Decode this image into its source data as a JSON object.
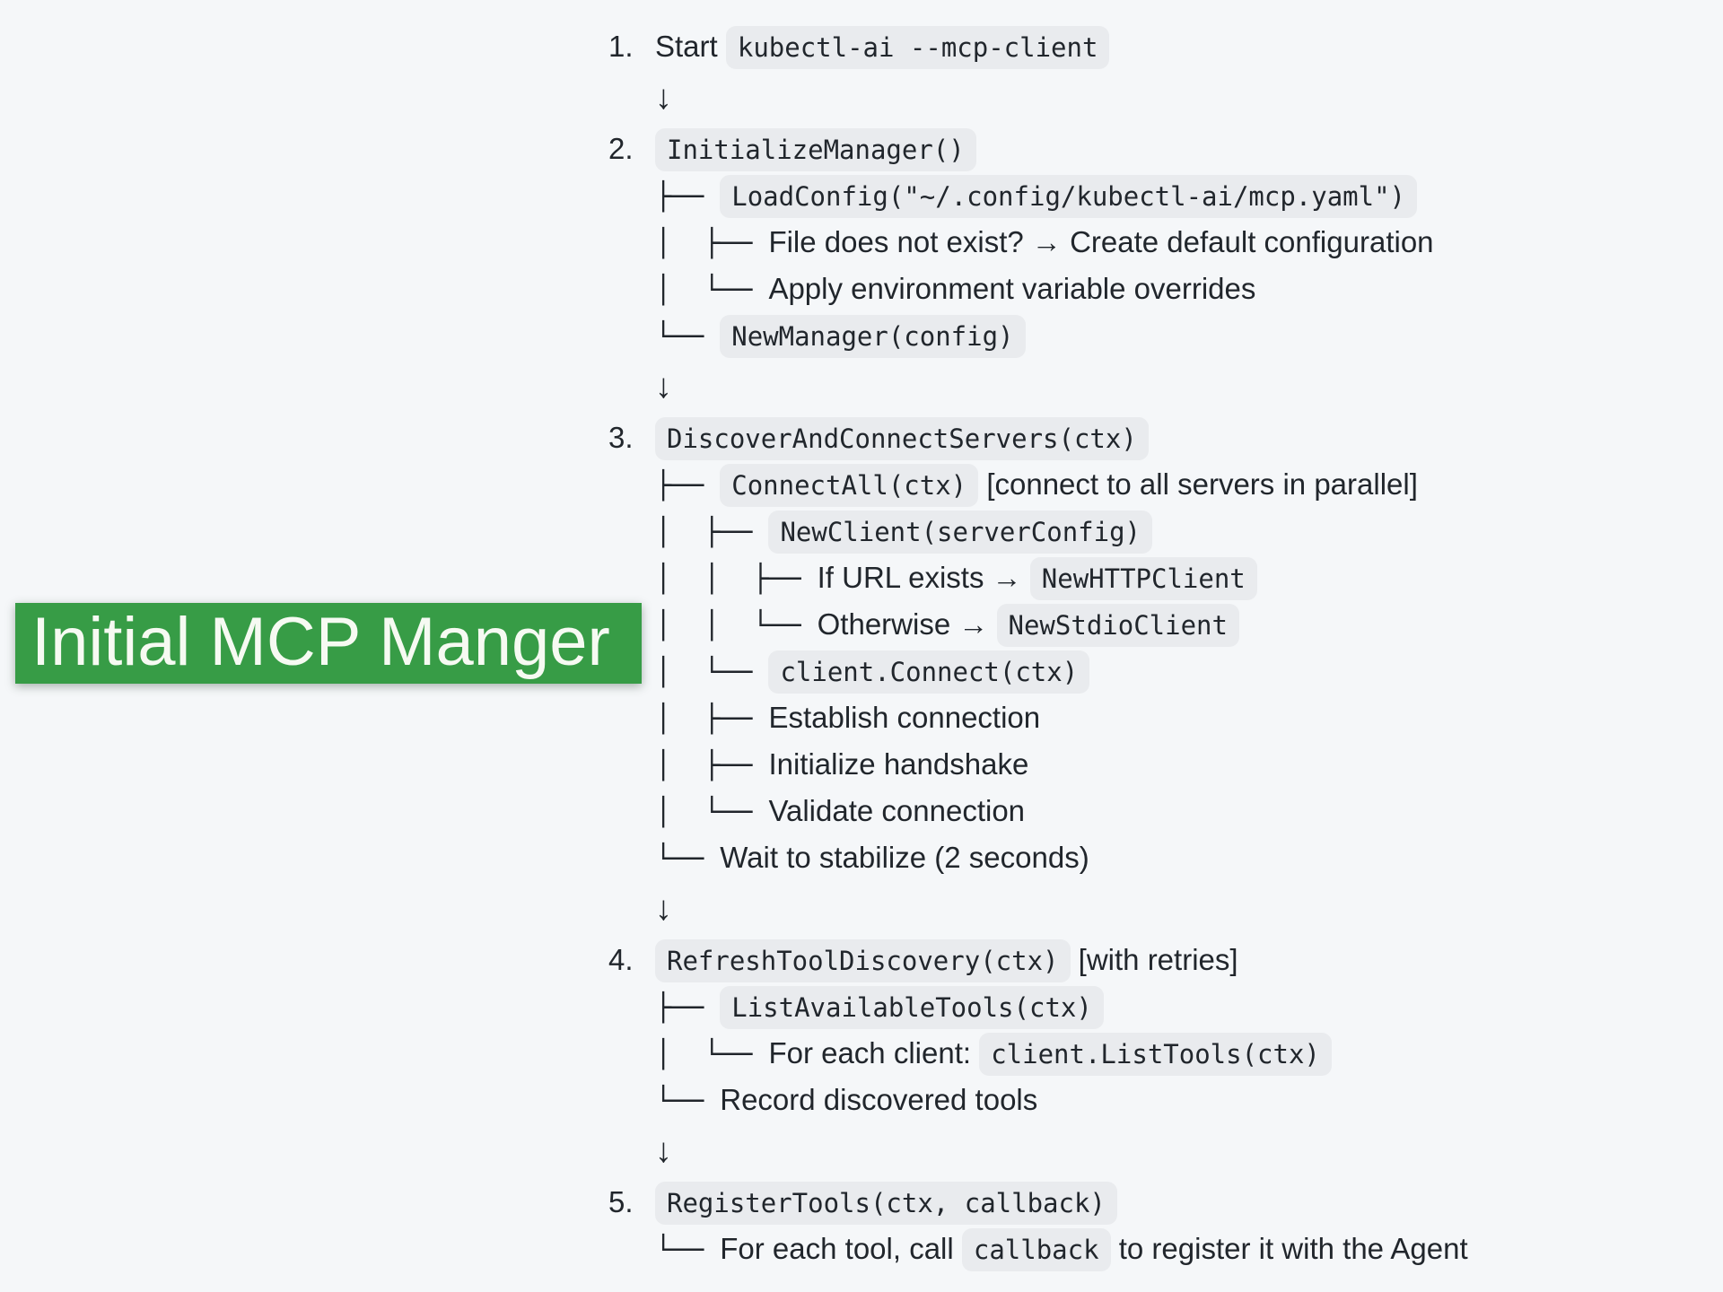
{
  "colors": {
    "page_bg": "#f5f7f9",
    "text": "#21262c",
    "code_chip_bg": "#e9ebee",
    "highlight_bg": "#379c46",
    "highlight_text": "#f6faf2"
  },
  "highlight": {
    "text": "Initial MCP Manger"
  },
  "flow": {
    "arrow_char": "↓",
    "rows": [
      {
        "kind": "step",
        "num": "1.",
        "segments": [
          {
            "type": "text",
            "value": "Start "
          },
          {
            "type": "code",
            "value": "kubectl-ai --mcp-client"
          }
        ]
      },
      {
        "kind": "arrow"
      },
      {
        "kind": "step",
        "num": "2.",
        "segments": [
          {
            "type": "code",
            "value": "InitializeManager()"
          }
        ]
      },
      {
        "kind": "branch",
        "prefix": "├── ",
        "segments": [
          {
            "type": "code",
            "value": "LoadConfig(\"~/.config/kubectl-ai/mcp.yaml\")"
          }
        ]
      },
      {
        "kind": "branch",
        "prefix": "│  ├── ",
        "segments": [
          {
            "type": "text",
            "value": "File does not exist? → Create default configuration"
          }
        ]
      },
      {
        "kind": "branch",
        "prefix": "│  └── ",
        "segments": [
          {
            "type": "text",
            "value": "Apply environment variable overrides"
          }
        ]
      },
      {
        "kind": "branch",
        "prefix": "└── ",
        "segments": [
          {
            "type": "code",
            "value": "NewManager(config)"
          }
        ]
      },
      {
        "kind": "arrow"
      },
      {
        "kind": "step",
        "num": "3.",
        "segments": [
          {
            "type": "code",
            "value": "DiscoverAndConnectServers(ctx)"
          }
        ]
      },
      {
        "kind": "branch",
        "prefix": "├── ",
        "segments": [
          {
            "type": "code",
            "value": "ConnectAll(ctx)"
          },
          {
            "type": "text",
            "value": " [connect to all servers in parallel]"
          }
        ]
      },
      {
        "kind": "branch",
        "prefix": "│  ├── ",
        "segments": [
          {
            "type": "code",
            "value": "NewClient(serverConfig)"
          }
        ]
      },
      {
        "kind": "branch",
        "prefix": "│  │  ├── ",
        "segments": [
          {
            "type": "text",
            "value": "If URL exists → "
          },
          {
            "type": "code",
            "value": "NewHTTPClient"
          }
        ]
      },
      {
        "kind": "branch",
        "prefix": "│  │  └── ",
        "segments": [
          {
            "type": "text",
            "value": "Otherwise → "
          },
          {
            "type": "code",
            "value": "NewStdioClient"
          }
        ]
      },
      {
        "kind": "branch",
        "prefix": "│  └── ",
        "segments": [
          {
            "type": "code",
            "value": "client.Connect(ctx)"
          }
        ]
      },
      {
        "kind": "branch",
        "prefix": "│  ├── ",
        "segments": [
          {
            "type": "text",
            "value": "Establish connection"
          }
        ]
      },
      {
        "kind": "branch",
        "prefix": "│  ├── ",
        "segments": [
          {
            "type": "text",
            "value": "Initialize handshake"
          }
        ]
      },
      {
        "kind": "branch",
        "prefix": "│  └── ",
        "segments": [
          {
            "type": "text",
            "value": "Validate connection"
          }
        ]
      },
      {
        "kind": "branch",
        "prefix": "└── ",
        "segments": [
          {
            "type": "text",
            "value": "Wait to stabilize (2 seconds)"
          }
        ]
      },
      {
        "kind": "arrow"
      },
      {
        "kind": "step",
        "num": "4.",
        "segments": [
          {
            "type": "code",
            "value": "RefreshToolDiscovery(ctx)"
          },
          {
            "type": "text",
            "value": " [with retries]"
          }
        ]
      },
      {
        "kind": "branch",
        "prefix": "├── ",
        "segments": [
          {
            "type": "code",
            "value": "ListAvailableTools(ctx)"
          }
        ]
      },
      {
        "kind": "branch",
        "prefix": "│  └── ",
        "segments": [
          {
            "type": "text",
            "value": "For each client: "
          },
          {
            "type": "code",
            "value": "client.ListTools(ctx)"
          }
        ]
      },
      {
        "kind": "branch",
        "prefix": "└── ",
        "segments": [
          {
            "type": "text",
            "value": "Record discovered tools"
          }
        ]
      },
      {
        "kind": "arrow"
      },
      {
        "kind": "step",
        "num": "5.",
        "segments": [
          {
            "type": "code",
            "value": "RegisterTools(ctx, callback)"
          }
        ]
      },
      {
        "kind": "branch",
        "prefix": "└── ",
        "segments": [
          {
            "type": "text",
            "value": "For each tool, call "
          },
          {
            "type": "code",
            "value": "callback"
          },
          {
            "type": "text",
            "value": " to register it with the Agent"
          }
        ]
      }
    ]
  }
}
